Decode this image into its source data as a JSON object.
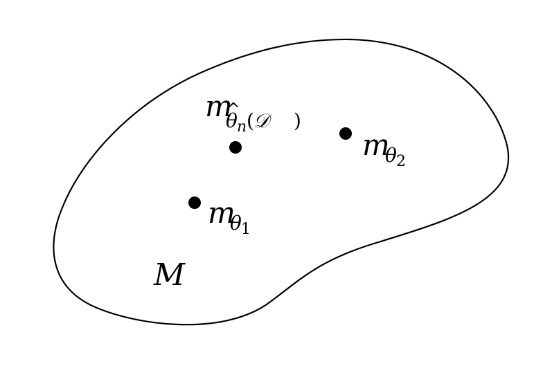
{
  "diagram": {
    "region_label": "M",
    "points": [
      {
        "id": "estimate",
        "main": "m",
        "subscript": "θ",
        "hat": "^",
        "subsub": "n",
        "paren_open": "(",
        "argument": "𝒟",
        "paren_close": ")"
      },
      {
        "id": "theta1",
        "main": "m",
        "subscript": "θ",
        "subsub": "1"
      },
      {
        "id": "theta2",
        "main": "m",
        "subscript": "θ",
        "subsub": "2"
      }
    ],
    "colors": {
      "outline": "#000000",
      "point": "#000000",
      "background": "#ffffff"
    }
  }
}
